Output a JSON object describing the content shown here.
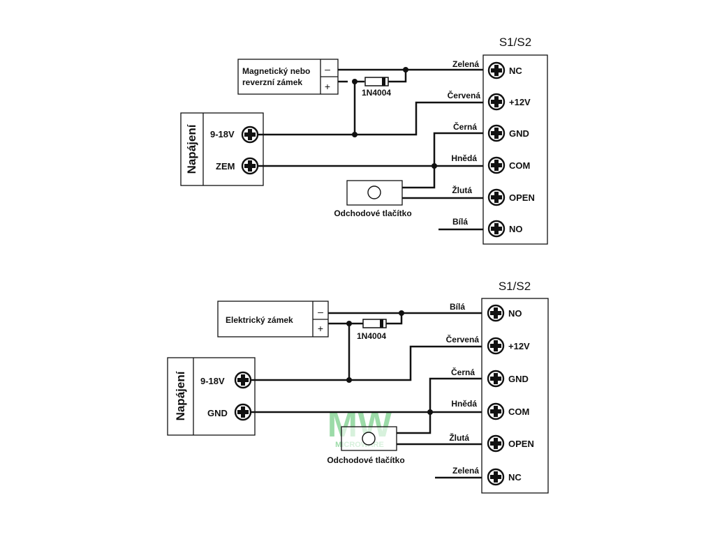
{
  "diagram1": {
    "header": "S1/S2",
    "lock_label": [
      "Magnetický nebo",
      "reverzní zámek"
    ],
    "lock_minus": "–",
    "lock_plus": "+",
    "diode": "1N4004",
    "power_title": "Napájení",
    "power_pos": "9-18V",
    "power_neg": "ZEM",
    "button": "Odchodové tlačítko",
    "terminals": [
      "NC",
      "+12V",
      "GND",
      "COM",
      "OPEN",
      "NO"
    ],
    "wires": [
      "Zelená",
      "Červená",
      "Černá",
      "Hnědá",
      "Žlutá",
      "Bílá"
    ]
  },
  "diagram2": {
    "header": "S1/S2",
    "lock_label": [
      "Elektrický  zámek"
    ],
    "lock_minus": "–",
    "lock_plus": "+",
    "diode": "1N4004",
    "power_title": "Napájení",
    "power_pos": "9-18V",
    "power_neg": "GND",
    "button": "Odchodové tlačítko",
    "terminals": [
      "NO",
      "+12V",
      "GND",
      "COM",
      "OPEN",
      "NC"
    ],
    "wires": [
      "Bílá",
      "Červená",
      "Černá",
      "Hnědá",
      "Žlutá",
      "Zelená"
    ]
  },
  "watermark": {
    "logo": "MW",
    "text": "MICROWARE",
    "color": "#7ccf8c"
  }
}
